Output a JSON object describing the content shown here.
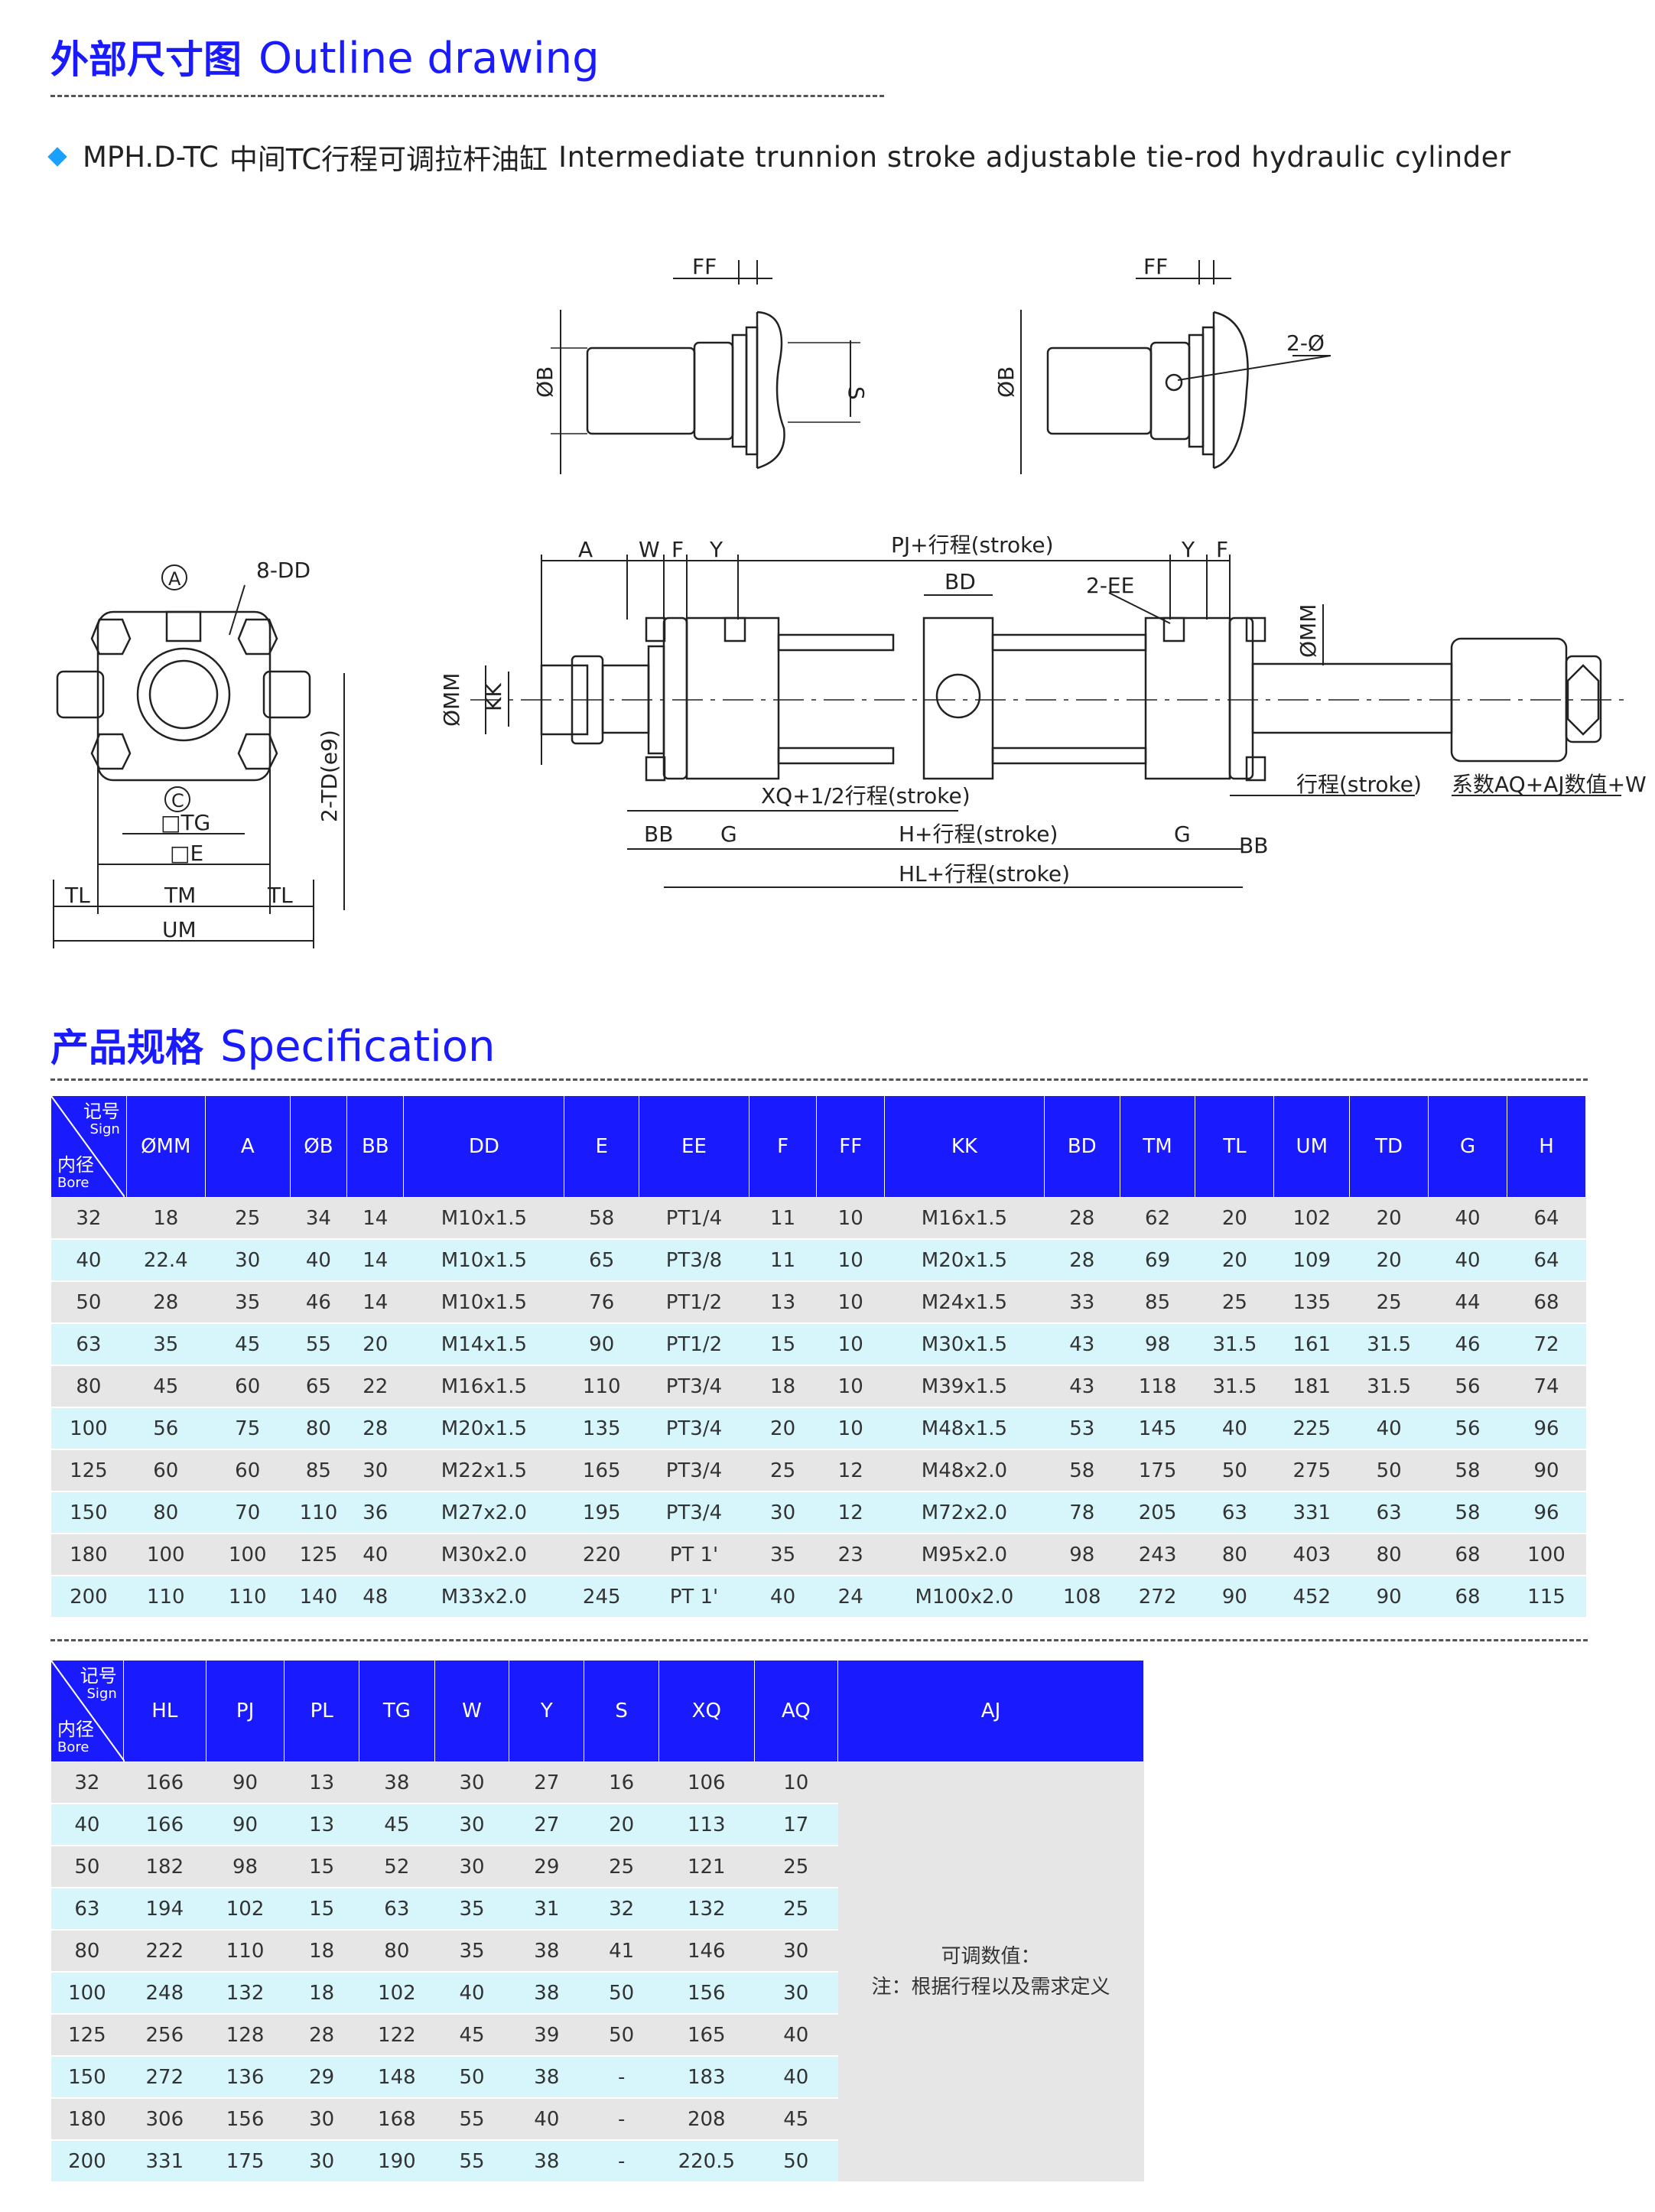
{
  "header": {
    "title_cn": "外部尺寸图",
    "title_en": "Outline drawing",
    "model": "MPH.D-TC",
    "subtitle_cn": "中间TC行程可调拉杆油缸",
    "subtitle_en": "Intermediate trunnion stroke adjustable tie-rod hydraulic cylinder"
  },
  "drawing_labels": {
    "ff": "FF",
    "phi_b": "ØB",
    "s": "S",
    "two_phi": "2-Ø",
    "a_circle": "A",
    "c_circle": "C",
    "eight_dd": "8-DD",
    "tg": "□TG",
    "e": "□E",
    "tl": "TL",
    "tm": "TM",
    "um": "UM",
    "td": "2-TD(e9)",
    "a": "A",
    "w": "W",
    "f": "F",
    "y": "Y",
    "pj": "PJ+行程(stroke)",
    "bd": "BD",
    "two_ee": "2-EE",
    "phi_mm": "ØMM",
    "kk": "KK",
    "xq": "XQ+1/2行程(stroke)",
    "bb": "BB",
    "g": "G",
    "h": "H+行程(stroke)",
    "hl": "HL+行程(stroke)",
    "stroke": "行程(stroke)",
    "aq_aj": "系数AQ+AJ数值+W"
  },
  "spec": {
    "title_cn": "产品规格",
    "title_en": "Specification",
    "corner_sign_cn": "记号",
    "corner_sign_en": "Sign",
    "corner_bore_cn": "内径",
    "corner_bore_en": "Bore",
    "table1": {
      "headers": [
        "ØMM",
        "A",
        "ØB",
        "BB",
        "DD",
        "E",
        "EE",
        "F",
        "FF",
        "KK",
        "BD",
        "TM",
        "TL",
        "UM",
        "TD",
        "G",
        "H"
      ],
      "rows": [
        [
          "32",
          "18",
          "25",
          "34",
          "14",
          "M10x1.5",
          "58",
          "PT1/4",
          "11",
          "10",
          "M16x1.5",
          "28",
          "62",
          "20",
          "102",
          "20",
          "40",
          "64"
        ],
        [
          "40",
          "22.4",
          "30",
          "40",
          "14",
          "M10x1.5",
          "65",
          "PT3/8",
          "11",
          "10",
          "M20x1.5",
          "28",
          "69",
          "20",
          "109",
          "20",
          "40",
          "64"
        ],
        [
          "50",
          "28",
          "35",
          "46",
          "14",
          "M10x1.5",
          "76",
          "PT1/2",
          "13",
          "10",
          "M24x1.5",
          "33",
          "85",
          "25",
          "135",
          "25",
          "44",
          "68"
        ],
        [
          "63",
          "35",
          "45",
          "55",
          "20",
          "M14x1.5",
          "90",
          "PT1/2",
          "15",
          "10",
          "M30x1.5",
          "43",
          "98",
          "31.5",
          "161",
          "31.5",
          "46",
          "72"
        ],
        [
          "80",
          "45",
          "60",
          "65",
          "22",
          "M16x1.5",
          "110",
          "PT3/4",
          "18",
          "10",
          "M39x1.5",
          "43",
          "118",
          "31.5",
          "181",
          "31.5",
          "56",
          "74"
        ],
        [
          "100",
          "56",
          "75",
          "80",
          "28",
          "M20x1.5",
          "135",
          "PT3/4",
          "20",
          "10",
          "M48x1.5",
          "53",
          "145",
          "40",
          "225",
          "40",
          "56",
          "96"
        ],
        [
          "125",
          "60",
          "60",
          "85",
          "30",
          "M22x1.5",
          "165",
          "PT3/4",
          "25",
          "12",
          "M48x2.0",
          "58",
          "175",
          "50",
          "275",
          "50",
          "58",
          "90"
        ],
        [
          "150",
          "80",
          "70",
          "110",
          "36",
          "M27x2.0",
          "195",
          "PT3/4",
          "30",
          "12",
          "M72x2.0",
          "78",
          "205",
          "63",
          "331",
          "63",
          "58",
          "96"
        ],
        [
          "180",
          "100",
          "100",
          "125",
          "40",
          "M30x2.0",
          "220",
          "PT 1'",
          "35",
          "23",
          "M95x2.0",
          "98",
          "243",
          "80",
          "403",
          "80",
          "68",
          "100"
        ],
        [
          "200",
          "110",
          "110",
          "140",
          "48",
          "M33x2.0",
          "245",
          "PT 1'",
          "40",
          "24",
          "M100x2.0",
          "108",
          "272",
          "90",
          "452",
          "90",
          "68",
          "115"
        ]
      ]
    },
    "table2": {
      "headers": [
        "HL",
        "PJ",
        "PL",
        "TG",
        "W",
        "Y",
        "S",
        "XQ",
        "AQ",
        "AJ"
      ],
      "rows": [
        [
          "32",
          "166",
          "90",
          "13",
          "38",
          "30",
          "27",
          "16",
          "106",
          "10"
        ],
        [
          "40",
          "166",
          "90",
          "13",
          "45",
          "30",
          "27",
          "20",
          "113",
          "17"
        ],
        [
          "50",
          "182",
          "98",
          "15",
          "52",
          "30",
          "29",
          "25",
          "121",
          "25"
        ],
        [
          "63",
          "194",
          "102",
          "15",
          "63",
          "35",
          "31",
          "32",
          "132",
          "25"
        ],
        [
          "80",
          "222",
          "110",
          "18",
          "80",
          "35",
          "38",
          "41",
          "146",
          "30"
        ],
        [
          "100",
          "248",
          "132",
          "18",
          "102",
          "40",
          "38",
          "50",
          "156",
          "30"
        ],
        [
          "125",
          "256",
          "128",
          "28",
          "122",
          "45",
          "39",
          "50",
          "165",
          "40"
        ],
        [
          "150",
          "272",
          "136",
          "29",
          "148",
          "50",
          "38",
          "-",
          "183",
          "40"
        ],
        [
          "180",
          "306",
          "156",
          "30",
          "168",
          "55",
          "40",
          "-",
          "208",
          "45"
        ],
        [
          "200",
          "331",
          "175",
          "30",
          "190",
          "55",
          "38",
          "-",
          "220.5",
          "50"
        ]
      ],
      "aj_note_line1": "可调数值：",
      "aj_note_line2": "注：根据行程以及需求定义"
    }
  }
}
